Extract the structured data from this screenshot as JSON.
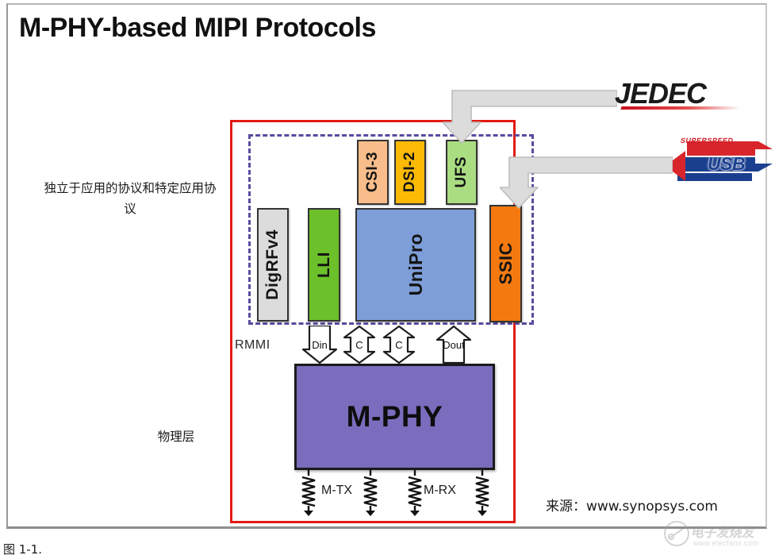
{
  "figure": {
    "title": "M-PHY-based MIPI Protocols",
    "caption": "图 1-1.",
    "source_credit": "来源：www.synopsys.com"
  },
  "annotations": {
    "protocol_layer_note": "独立于应用的协议和特定应用协议",
    "physical_layer_note": "物理层",
    "rmmi_label": "RMMI"
  },
  "protocol_blocks": [
    {
      "id": "digrfv4",
      "label": "DigRFv4",
      "color": "#dcdcdc",
      "row": "lower"
    },
    {
      "id": "lli",
      "label": "LLI",
      "color": "#6cc02a",
      "row": "lower"
    },
    {
      "id": "unipro",
      "label": "UniPro",
      "color": "#7d9ed8",
      "row": "lower"
    },
    {
      "id": "ssic",
      "label": "SSIC",
      "color": "#f47a10",
      "row": "lower"
    },
    {
      "id": "csi3",
      "label": "CSI-3",
      "color": "#f8bd8a",
      "row": "upper"
    },
    {
      "id": "dsi2",
      "label": "DSI-2",
      "color": "#fcba07",
      "row": "upper"
    },
    {
      "id": "ufs",
      "label": "UFS",
      "color": "#aadd82",
      "row": "upper"
    }
  ],
  "phy_block": {
    "label": "M-PHY",
    "color": "#7b6cbd"
  },
  "rmmi_signals": [
    {
      "id": "din",
      "label": "Din",
      "direction": "down"
    },
    {
      "id": "c1",
      "label": "C",
      "direction": "bidirectional"
    },
    {
      "id": "c2",
      "label": "C",
      "direction": "bidirectional"
    },
    {
      "id": "dout",
      "label": "Dout",
      "direction": "up"
    }
  ],
  "lanes": [
    {
      "id": "mtx",
      "label": "M-TX"
    },
    {
      "id": "mrx",
      "label": "M-RX"
    }
  ],
  "logos": {
    "jedec": {
      "name": "JEDEC",
      "accent": "#c70f1d"
    },
    "usb": {
      "superspeed": "SUPERSPEED",
      "name": "USB",
      "accent_red": "#d32027",
      "accent_blue": "#1b3f8f"
    }
  },
  "boundaries": {
    "solid_color": "#e01b13",
    "dashed_color": "#5b4a9e"
  },
  "watermark": {
    "text": "电子发烧友",
    "url": "www.elecfans.com"
  }
}
